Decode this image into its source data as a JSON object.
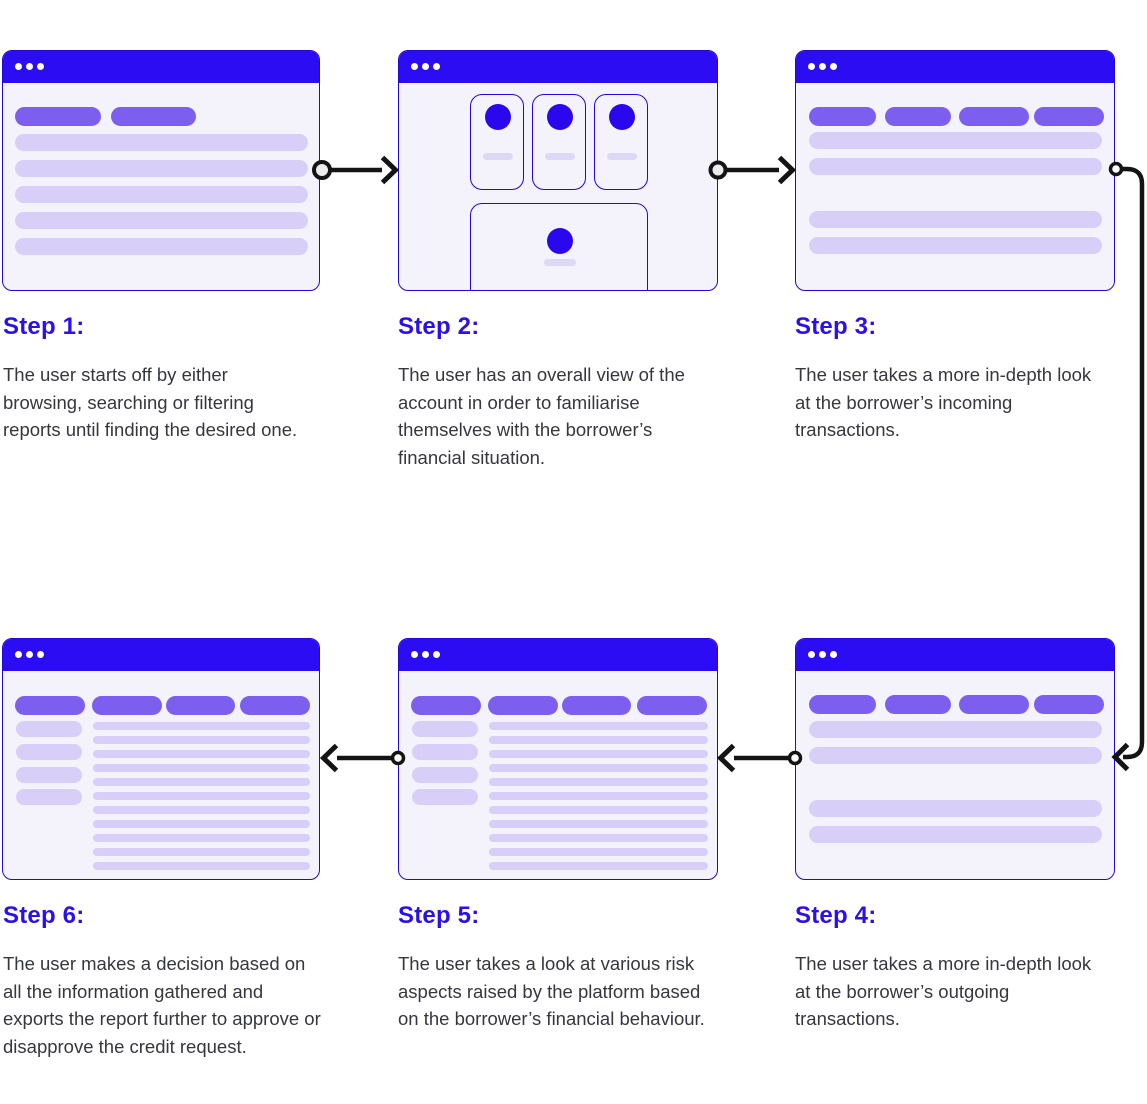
{
  "diagram_title": "",
  "colors": {
    "titlebar_blue": "#2c0cf2",
    "window_border_blue": "#2306dd",
    "window_background": "#f4f2fb",
    "pill_purple": "#7d5ff0",
    "bar_lavender": "#d8cff8",
    "accent_circle_blue": "#2a07ec",
    "heading_blue": "#2a10ee",
    "body_text": "#36363e",
    "arrow_black": "#141414"
  },
  "steps": [
    {
      "id": 1,
      "label": "Step 1:",
      "description": "The user starts off by either browsing, searching or filtering reports until finding the desired one."
    },
    {
      "id": 2,
      "label": "Step 2:",
      "description": "The user has an overall view of the account in order to familiarise themselves with the borrower’s financial situation."
    },
    {
      "id": 3,
      "label": "Step 3:",
      "description": "The user takes a more in-depth look at the borrower’s incoming transactions."
    },
    {
      "id": 4,
      "label": "Step 4:",
      "description": "The user takes a more in-depth look at the borrower’s outgoing transactions."
    },
    {
      "id": 5,
      "label": "Step 5:",
      "description": "The user takes a look at various risk aspects raised by the platform based on the borrower’s financial behaviour."
    },
    {
      "id": 6,
      "label": "Step 6:",
      "description": " The user makes a decision based on all the information gathered and exports the report further to approve or disapprove the credit request."
    }
  ]
}
